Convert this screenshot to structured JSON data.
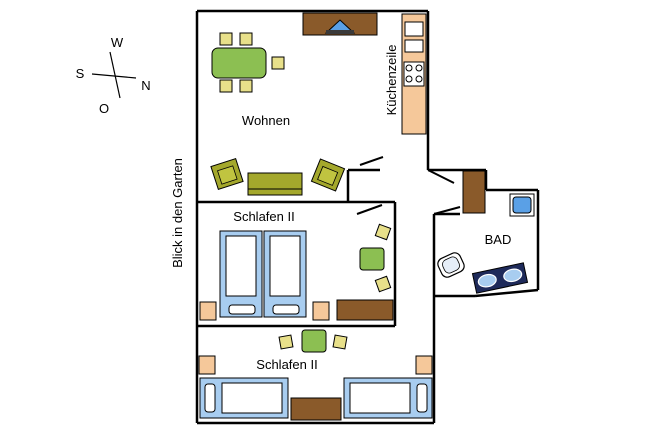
{
  "compass": {
    "west": "W",
    "south": "S",
    "north": "N",
    "east": "O"
  },
  "side_note": "Blick in den Garten",
  "rooms": {
    "wohnen": "Wohnen",
    "kuechenzeile": "Küchenzeile",
    "schlafen_upper": "Schlafen  II",
    "schlafen_lower": "Schlafen  II",
    "bad": "BAD"
  },
  "colors": {
    "wall": "#000000",
    "chair": "#e8e08a",
    "table": "#8cbf52",
    "sofa": "#a4a82c",
    "bed": "#a8cdf0",
    "bed_linen": "#ffffff",
    "wood": "#8a5a2a",
    "nightstand": "#f5c89a",
    "kitchen": "#f5c89a",
    "bath_fixture": "#5aa0e6"
  }
}
